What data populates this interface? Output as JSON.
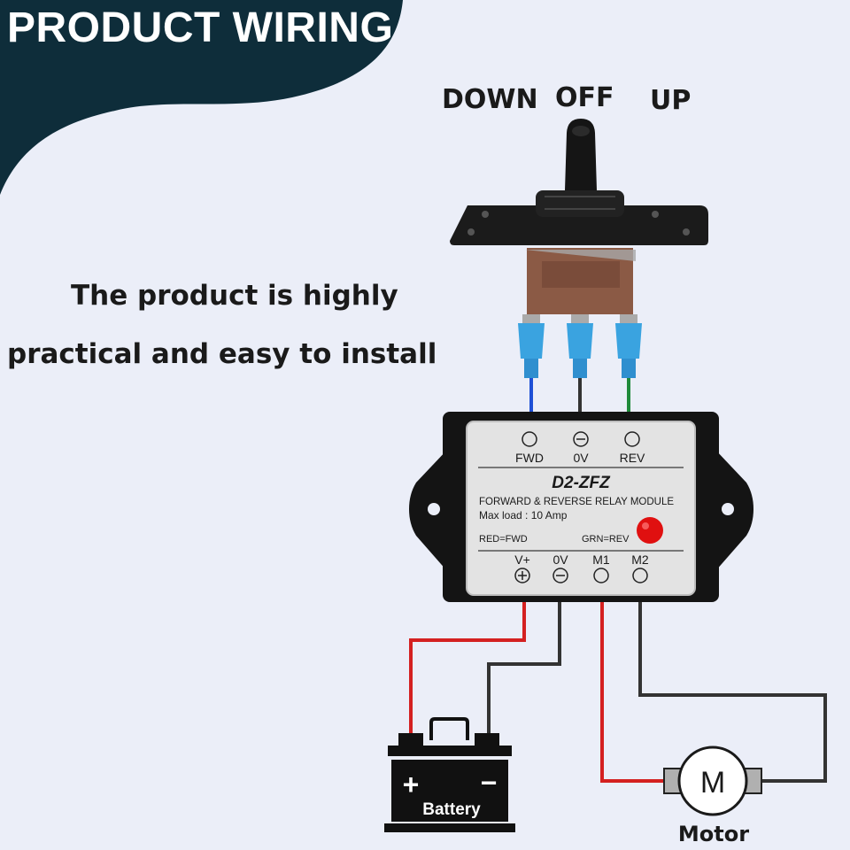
{
  "banner": {
    "title": "PRODUCT WIRING"
  },
  "switch": {
    "positions": [
      "DOWN",
      "OFF",
      "UP"
    ]
  },
  "tagline": {
    "line1": "The product is highly",
    "line2": "practical and easy to install"
  },
  "module": {
    "top_terminals": [
      "FWD",
      "0V",
      "REV"
    ],
    "model": "D2-ZFZ",
    "description": "FORWARD & REVERSE RELAY MODULE",
    "max_load": "Max load : 10 Amp",
    "red_note": "RED=FWD",
    "green_note": "GRN=REV",
    "bottom_terminals": [
      "V+",
      "0V",
      "M1",
      "M2"
    ]
  },
  "battery": {
    "label": "Battery",
    "plus": "+",
    "minus": "−"
  },
  "motor": {
    "label": "Motor",
    "symbol": "M"
  },
  "colors": {
    "banner": "#0e2d3a",
    "wire_red": "#d42020",
    "wire_black": "#333333",
    "wire_blue": "#1e4fd6",
    "wire_green": "#1f8a3a",
    "led": "#e01010",
    "background": "#ebeef8"
  }
}
